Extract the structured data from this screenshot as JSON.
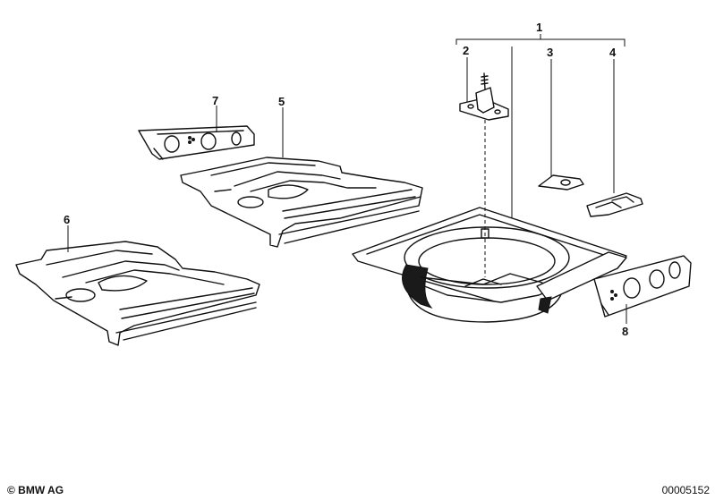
{
  "callouts": [
    "1",
    "2",
    "3",
    "4",
    "5",
    "6",
    "7",
    "8"
  ],
  "footer": {
    "copyright": "© BMW AG",
    "diagram_code": "00005152"
  }
}
